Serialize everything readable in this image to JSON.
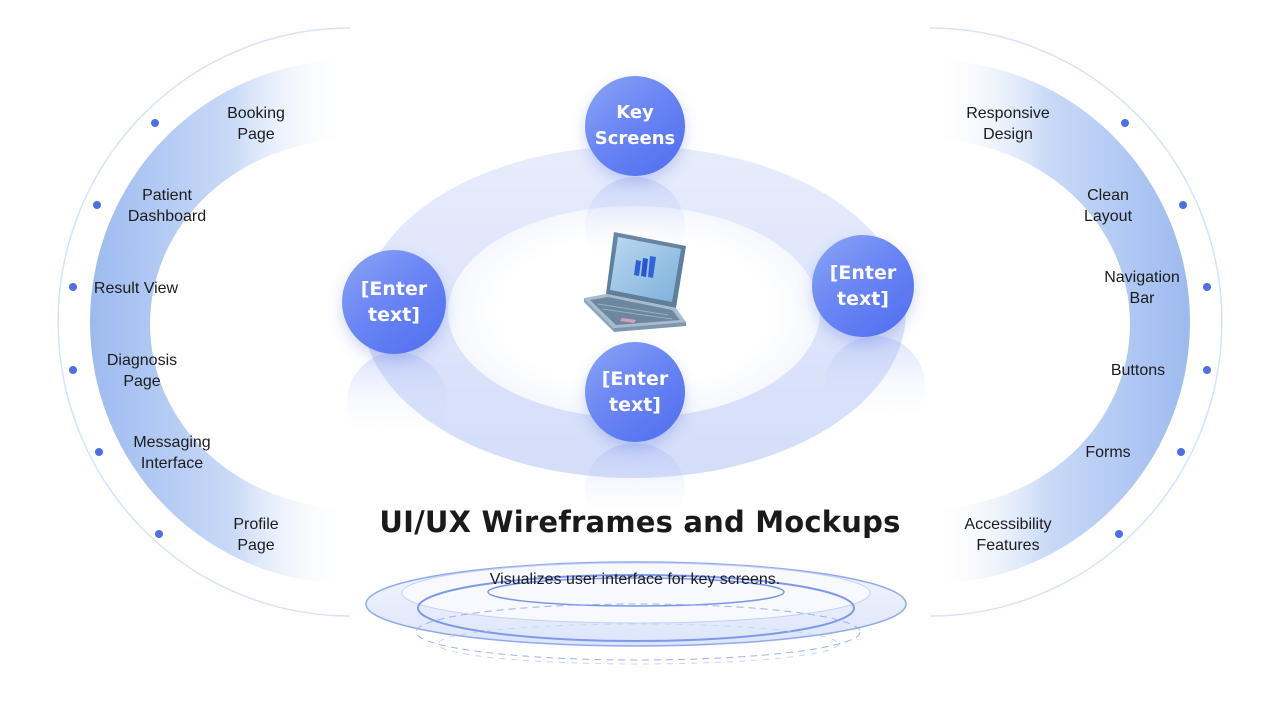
{
  "title": "UI/UX Wireframes and Mockups",
  "subtitle": "Visualizes user interface for key screens.",
  "center_bubbles": {
    "key": "Key\nScreens",
    "left": "[Enter\ntext]",
    "right": "[Enter\ntext]",
    "bottom": "[Enter\ntext]"
  },
  "left_items": [
    "Booking\nPage",
    "Patient\nDashboard",
    "Result View",
    "Diagnosis\nPage",
    "Messaging\nInterface",
    "Profile\nPage"
  ],
  "right_items": [
    "Responsive\nDesign",
    "Clean\nLayout",
    "Navigation\nBar",
    "Buttons",
    "Forms",
    "Accessibility\nFeatures"
  ],
  "colors": {
    "accent": "#5a78f2",
    "dot": "#4d6ee6",
    "arc_light": "#eef3fd",
    "arc_dark": "#9ebaf0"
  },
  "icons": {
    "center": "laptop-icon"
  }
}
